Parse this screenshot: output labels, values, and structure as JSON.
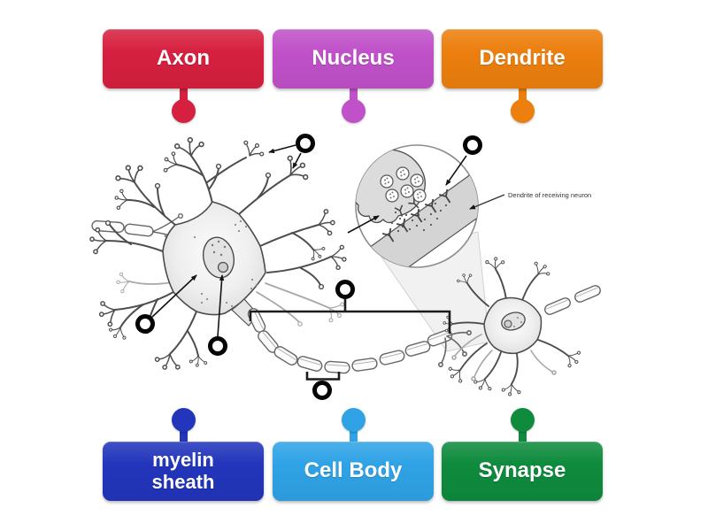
{
  "labels": {
    "top": [
      {
        "text": "Axon",
        "color": "#d6203f"
      },
      {
        "text": "Nucleus",
        "color": "#c051c9"
      },
      {
        "text": "Dendrite",
        "color": "#ec7f0e"
      }
    ],
    "bottom": [
      {
        "text": "myelin sheath",
        "color": "#2235bb"
      },
      {
        "text": "Cell Body",
        "color": "#2fa3e6"
      },
      {
        "text": "Synapse",
        "color": "#0e8b3d"
      }
    ]
  },
  "diagram": {
    "inset_label": "Dendrite of receiving neuron",
    "drop_targets": [
      {
        "name": "dendrites"
      },
      {
        "name": "synapse"
      },
      {
        "name": "cell-body"
      },
      {
        "name": "nucleus"
      },
      {
        "name": "axon"
      },
      {
        "name": "myelin-sheath"
      }
    ],
    "marker_color": "#000000",
    "background": "#ffffff"
  }
}
